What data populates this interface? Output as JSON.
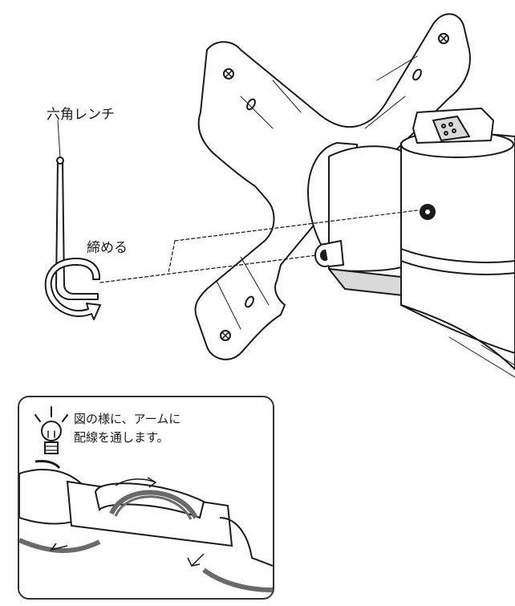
{
  "labels": {
    "hex_wrench": "六角レンチ",
    "tighten": "締める"
  },
  "tip": {
    "line1": "図の様に、アームに",
    "line2": "配線を通します。",
    "icon": "lightbulb-icon"
  },
  "colors": {
    "line": "#1a1a1a",
    "fill": "#ffffff",
    "shade": "#d9d9d9",
    "cable": "#6a6a6a"
  }
}
